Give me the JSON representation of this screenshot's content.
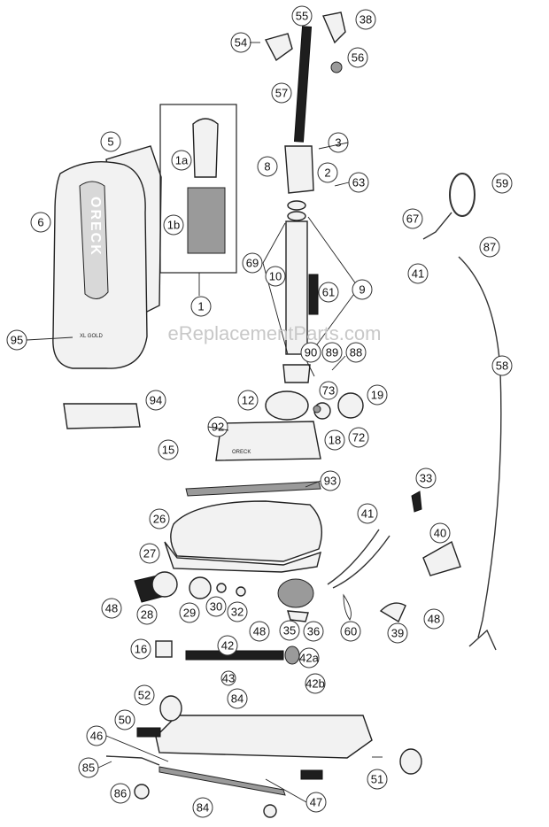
{
  "watermark": "eReplacementParts.com",
  "bag_brand": "ORECK",
  "bag_model": "XL GOLD",
  "head_brand": "ORECK",
  "callouts": [
    "55",
    "38",
    "54",
    "56",
    "57",
    "3",
    "5",
    "1a",
    "8",
    "2",
    "63",
    "6",
    "59",
    "1b",
    "67",
    "87",
    "69",
    "10",
    "41",
    "61",
    "9",
    "1",
    "95",
    "58",
    "90",
    "89",
    "88",
    "73",
    "19",
    "94",
    "12",
    "18",
    "72",
    "92",
    "15",
    "93",
    "33",
    "26",
    "41",
    "40",
    "27",
    "48",
    "28",
    "29",
    "30",
    "32",
    "48",
    "35",
    "36",
    "60",
    "39",
    "48",
    "16",
    "42",
    "42a",
    "43",
    "42b",
    "84",
    "52",
    "50",
    "46",
    "85",
    "51",
    "86",
    "84",
    "47"
  ]
}
